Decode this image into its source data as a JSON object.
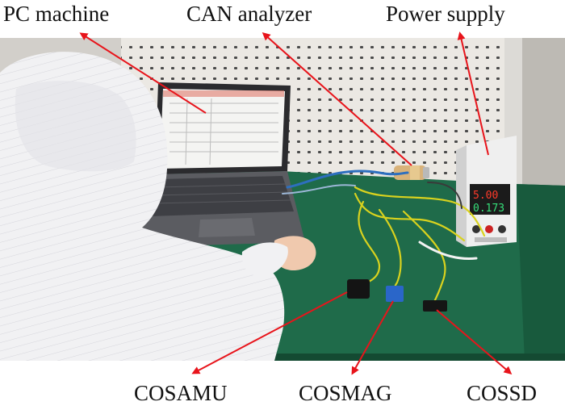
{
  "labels": {
    "pc_machine": "PC machine",
    "can_analyzer": "CAN analyzer",
    "power_supply": "Power supply",
    "cosamu": "COSAMU",
    "cosmag": "COSMAG",
    "cossd": "COSSD"
  },
  "power_supply_display": {
    "voltage": "5.00",
    "current": "0.173"
  },
  "colors": {
    "arrow": "#e8141b",
    "bench": "#1f6b4a",
    "pegboard": "#ece9e4",
    "wire": "#d9d21e"
  }
}
